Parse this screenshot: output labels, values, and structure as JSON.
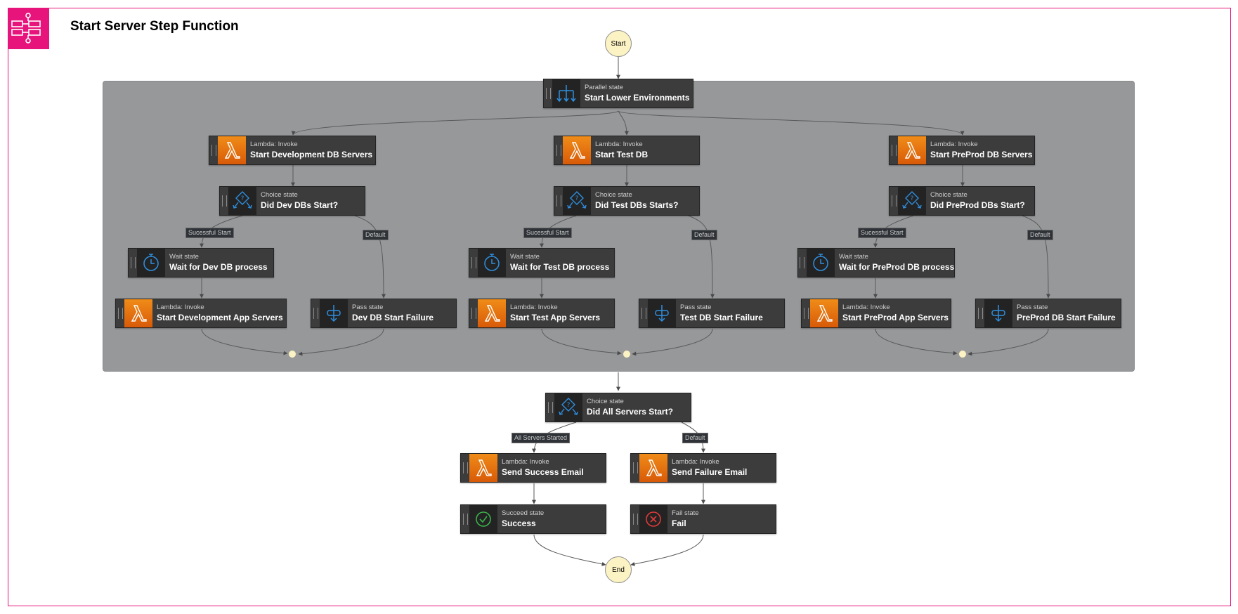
{
  "title": "Start Server Step Function",
  "colors": {
    "brand": "#e7157b",
    "lambda": "#f08c18",
    "icon_blue": "#2f8fe0",
    "success": "#3bb34a",
    "fail": "#e03a3a"
  },
  "start_label": "Start",
  "end_label": "End",
  "nodes": {
    "parallel": {
      "kind": "Parallel state",
      "name": "Start Lower Environments",
      "icon": "parallel-icon"
    },
    "dev_db": {
      "kind": "Lambda: Invoke",
      "name": "Start Development DB Servers",
      "icon": "lambda-icon"
    },
    "test_db": {
      "kind": "Lambda: Invoke",
      "name": "Start Test DB",
      "icon": "lambda-icon"
    },
    "preprod_db": {
      "kind": "Lambda: Invoke",
      "name": "Start PreProd DB Servers",
      "icon": "lambda-icon"
    },
    "dev_choice": {
      "kind": "Choice state",
      "name": "Did Dev DBs Start?",
      "icon": "choice-icon"
    },
    "test_choice": {
      "kind": "Choice state",
      "name": "Did Test DBs Starts?",
      "icon": "choice-icon"
    },
    "preprod_choice": {
      "kind": "Choice state",
      "name": "Did PreProd DBs Start?",
      "icon": "choice-icon"
    },
    "dev_wait": {
      "kind": "Wait state",
      "name": "Wait for Dev DB process",
      "icon": "timer-icon"
    },
    "test_wait": {
      "kind": "Wait state",
      "name": "Wait for Test DB process",
      "icon": "timer-icon"
    },
    "preprod_wait": {
      "kind": "Wait state",
      "name": "Wait for PreProd DB process",
      "icon": "timer-icon"
    },
    "dev_app": {
      "kind": "Lambda: Invoke",
      "name": "Start Development App Servers",
      "icon": "lambda-icon"
    },
    "test_app": {
      "kind": "Lambda: Invoke",
      "name": "Start Test App Servers",
      "icon": "lambda-icon"
    },
    "preprod_app": {
      "kind": "Lambda: Invoke",
      "name": "Start PreProd App Servers",
      "icon": "lambda-icon"
    },
    "dev_fail": {
      "kind": "Pass state",
      "name": "Dev DB Start Failure",
      "icon": "pass-icon"
    },
    "test_fail": {
      "kind": "Pass state",
      "name": "Test DB Start Failure",
      "icon": "pass-icon"
    },
    "preprod_fail": {
      "kind": "Pass state",
      "name": "PreProd DB Start Failure",
      "icon": "pass-icon"
    },
    "all_choice": {
      "kind": "Choice state",
      "name": "Did All Servers Start?",
      "icon": "choice-icon"
    },
    "success_email": {
      "kind": "Lambda: Invoke",
      "name": "Send Success Email",
      "icon": "lambda-icon"
    },
    "failure_email": {
      "kind": "Lambda: Invoke",
      "name": "Send Failure Email",
      "icon": "lambda-icon"
    },
    "succeed": {
      "kind": "Succeed state",
      "name": "Success",
      "icon": "check-circle-icon"
    },
    "fail": {
      "kind": "Fail state",
      "name": "Fail",
      "icon": "x-circle-icon"
    }
  },
  "edge_labels": {
    "dev_success": "Sucessful Start",
    "dev_default": "Default",
    "test_success": "Sucessful Start",
    "test_default": "Default",
    "preprod_success": "Sucessful Start",
    "preprod_default": "Default",
    "all_started": "All Servers Started",
    "all_default": "Default"
  }
}
